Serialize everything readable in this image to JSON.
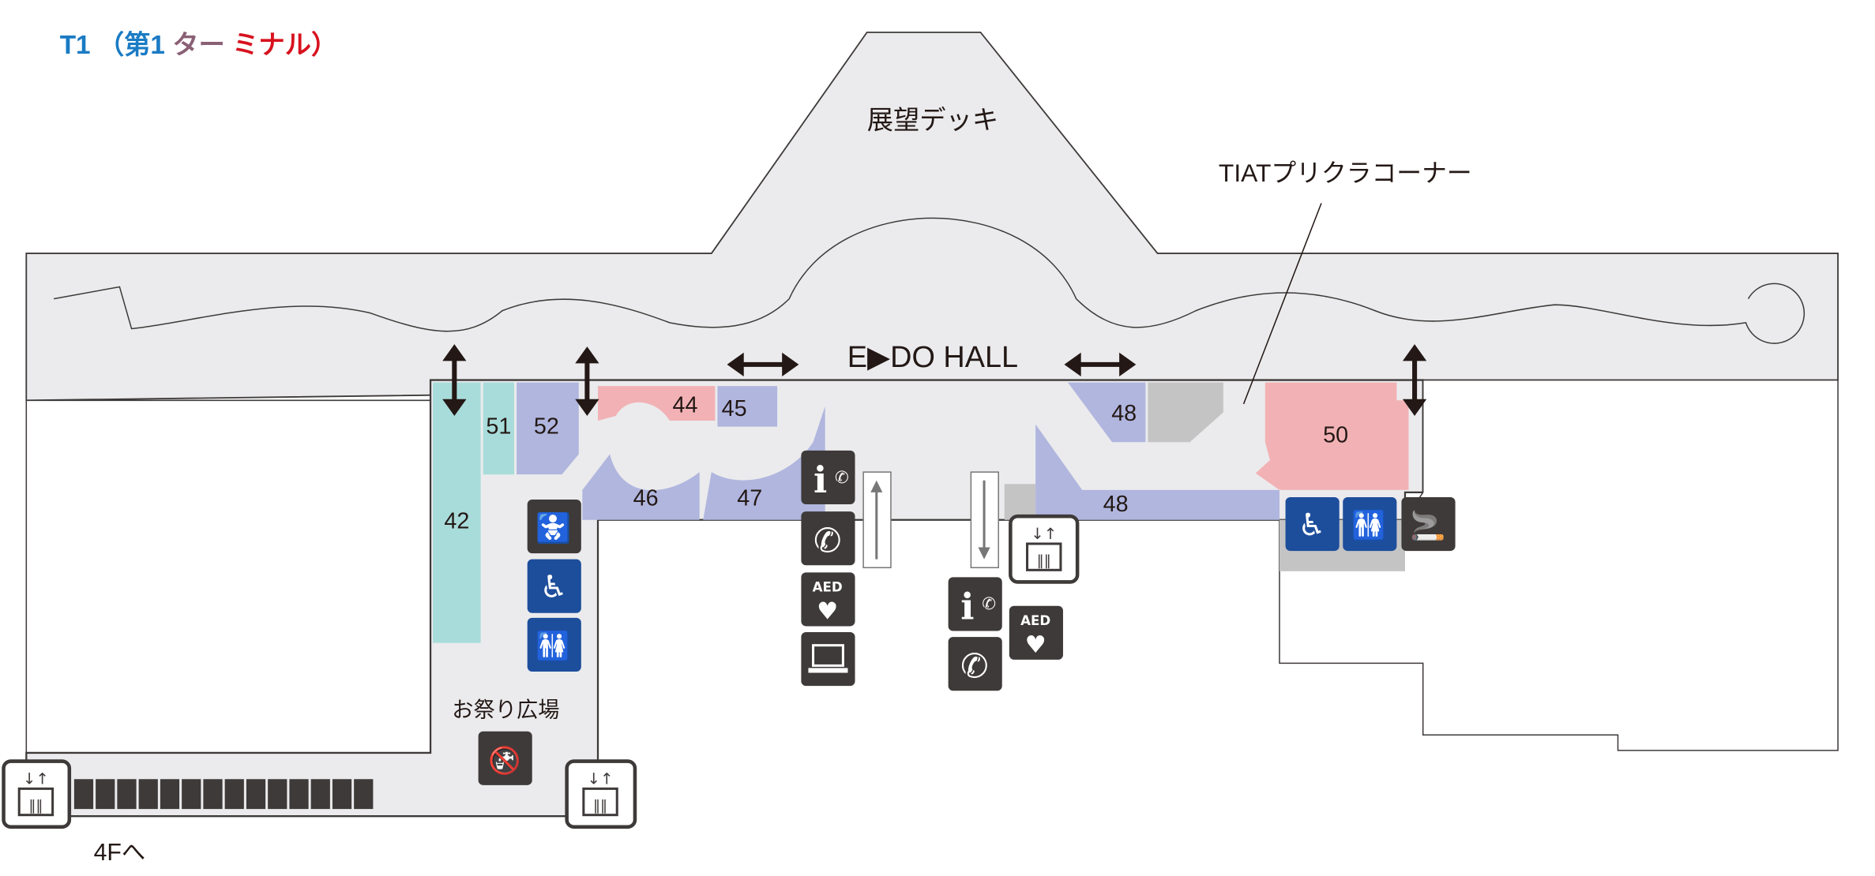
{
  "title": {
    "prefix": "T1",
    "open": "（第1",
    "mid": "ター",
    "end": "ミナル）"
  },
  "colors": {
    "title_blue": "#1a7bc4",
    "title_red": "#d7121f",
    "floor": "#ebebed",
    "shop_lavender": "#b0b6de",
    "shop_teal": "#a8dcda",
    "shop_pink": "#f2b2b5",
    "service": "#c4c4c4",
    "icon_dark": "#3e3a39",
    "icon_blue": "#1d4e9c"
  },
  "areas": {
    "deck": "展望デッキ",
    "hall": "E▶DO HALL",
    "tiat": "TIATプリクラコーナー",
    "festival": "お祭り広場",
    "to_4f": "4Fへ"
  },
  "shops": [
    "42",
    "51",
    "52",
    "44",
    "45",
    "46",
    "47",
    "48",
    "48",
    "50"
  ],
  "icons": [
    "baby-care",
    "wheelchair-restroom",
    "restroom",
    "information",
    "telephone",
    "aed",
    "internet-pc",
    "information",
    "telephone",
    "aed",
    "elevator",
    "elevator",
    "elevator",
    "wheelchair-restroom",
    "restroom",
    "smoking-area",
    "no-drinking",
    "escalator-up",
    "escalator-down",
    "lockers"
  ]
}
